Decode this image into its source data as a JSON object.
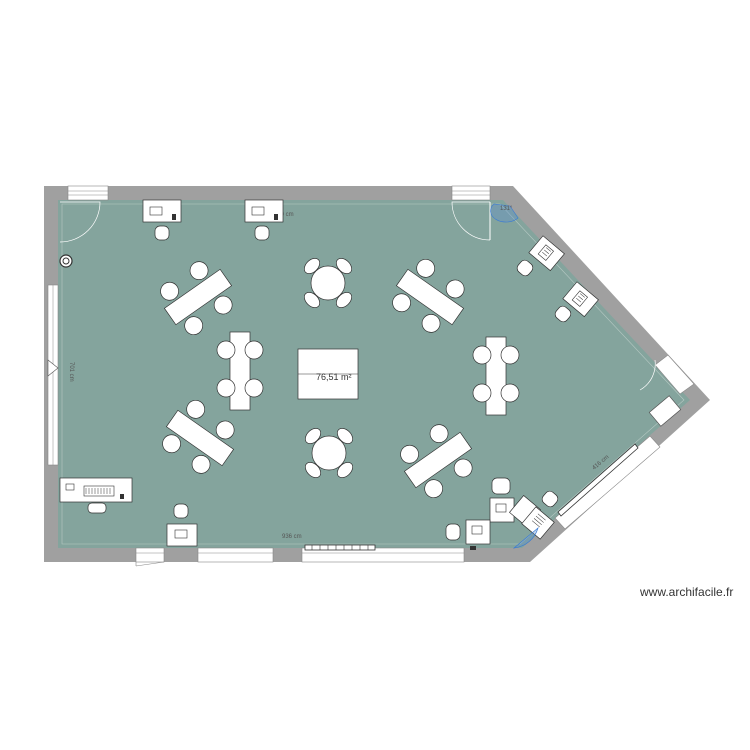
{
  "plan": {
    "area_label": "76,51 m²",
    "dimensions": {
      "top_width": "900 cm",
      "bottom_width": "936 cm",
      "left_height": "701 cm",
      "right_diagonal": "416 cm",
      "angle": "131°"
    }
  },
  "credit": "www.archifacile.fr",
  "colors": {
    "floor": "#84a49d",
    "wall": "#a0a0a0",
    "furniture": "#ffffff",
    "door_accent": "#3a7bd5"
  }
}
